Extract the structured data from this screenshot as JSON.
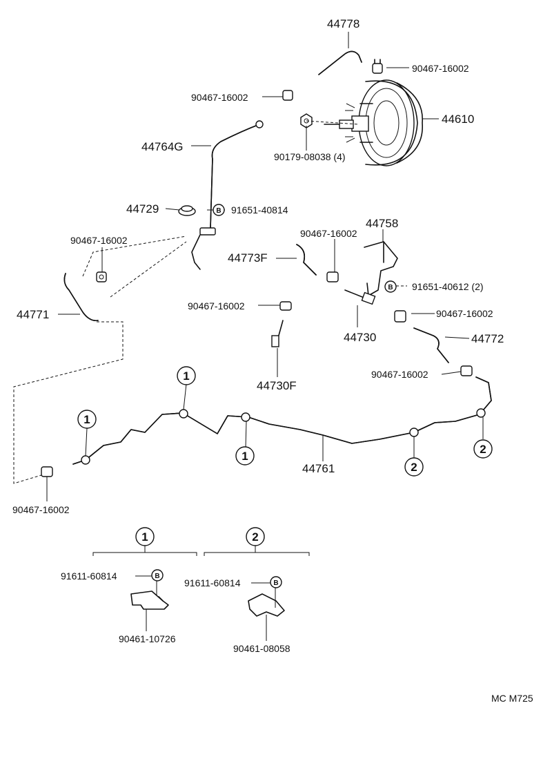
{
  "labels": {
    "p44778": "44778",
    "clip_top_right": "90467-16002",
    "clip_top_left": "90467-16002",
    "p44610": "44610",
    "p44764g": "44764G",
    "nut": "90179-08038 (4)",
    "p44729": "44729",
    "bolt_top": "91651-40814",
    "clip_left": "90467-16002",
    "p44758": "44758",
    "clip_mid": "90467-16002",
    "p44773f": "44773F",
    "bolt_bracket": "91651-40612 (2)",
    "p44771": "44771",
    "clip_center": "90467-16002",
    "p44730": "44730",
    "clip_right": "90467-16002",
    "p44772": "44772",
    "p44730f": "44730F",
    "clip_lower_right": "90467-16002",
    "p44761": "44761",
    "clip_bottom_left": "90467-16002",
    "group1_bolt": "91611-60814",
    "group1_clamp": "90461-10726",
    "group2_bolt": "91611-60814",
    "group2_clamp": "90461-08058",
    "footer": "MC  M725"
  },
  "markers": {
    "one": "1",
    "two": "2",
    "b": "B"
  }
}
